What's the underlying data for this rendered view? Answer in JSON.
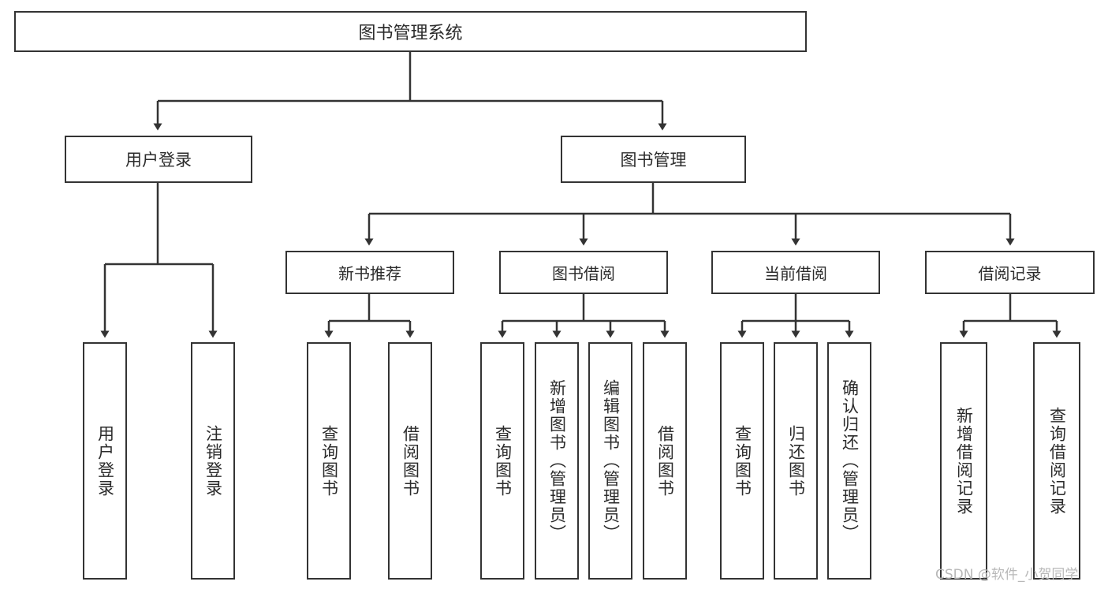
{
  "diagram": {
    "title": "图书管理系统",
    "type": "tree-hierarchy-chart",
    "watermark": "CSDN @软件_小贺同学",
    "colors": {
      "background": "#ffffff",
      "stroke": "#333333",
      "text": "#2b2b2b",
      "watermark": "#b8b8b8"
    },
    "root": {
      "label": "图书管理系统"
    },
    "level1": [
      {
        "label": "用户登录"
      },
      {
        "label": "图书管理"
      }
    ],
    "level2": [
      {
        "label": "新书推荐"
      },
      {
        "label": "图书借阅"
      },
      {
        "label": "当前借阅"
      },
      {
        "label": "借阅记录"
      }
    ],
    "leaves": {
      "user_login": [
        {
          "label": "用户登录"
        },
        {
          "label": "注销登录"
        }
      ],
      "new_book_recommend": [
        {
          "label": "查询图书"
        },
        {
          "label": "借阅图书"
        }
      ],
      "book_borrow": [
        {
          "label": "查询图书"
        },
        {
          "label": "新增图书（管理员）"
        },
        {
          "label": "编辑图书（管理员）"
        },
        {
          "label": "借阅图书"
        }
      ],
      "current_borrow": [
        {
          "label": "查询图书"
        },
        {
          "label": "归还图书"
        },
        {
          "label": "确认归还（管理员）"
        }
      ],
      "borrow_record": [
        {
          "label": "新增借阅记录"
        },
        {
          "label": "查询借阅记录"
        }
      ]
    }
  }
}
